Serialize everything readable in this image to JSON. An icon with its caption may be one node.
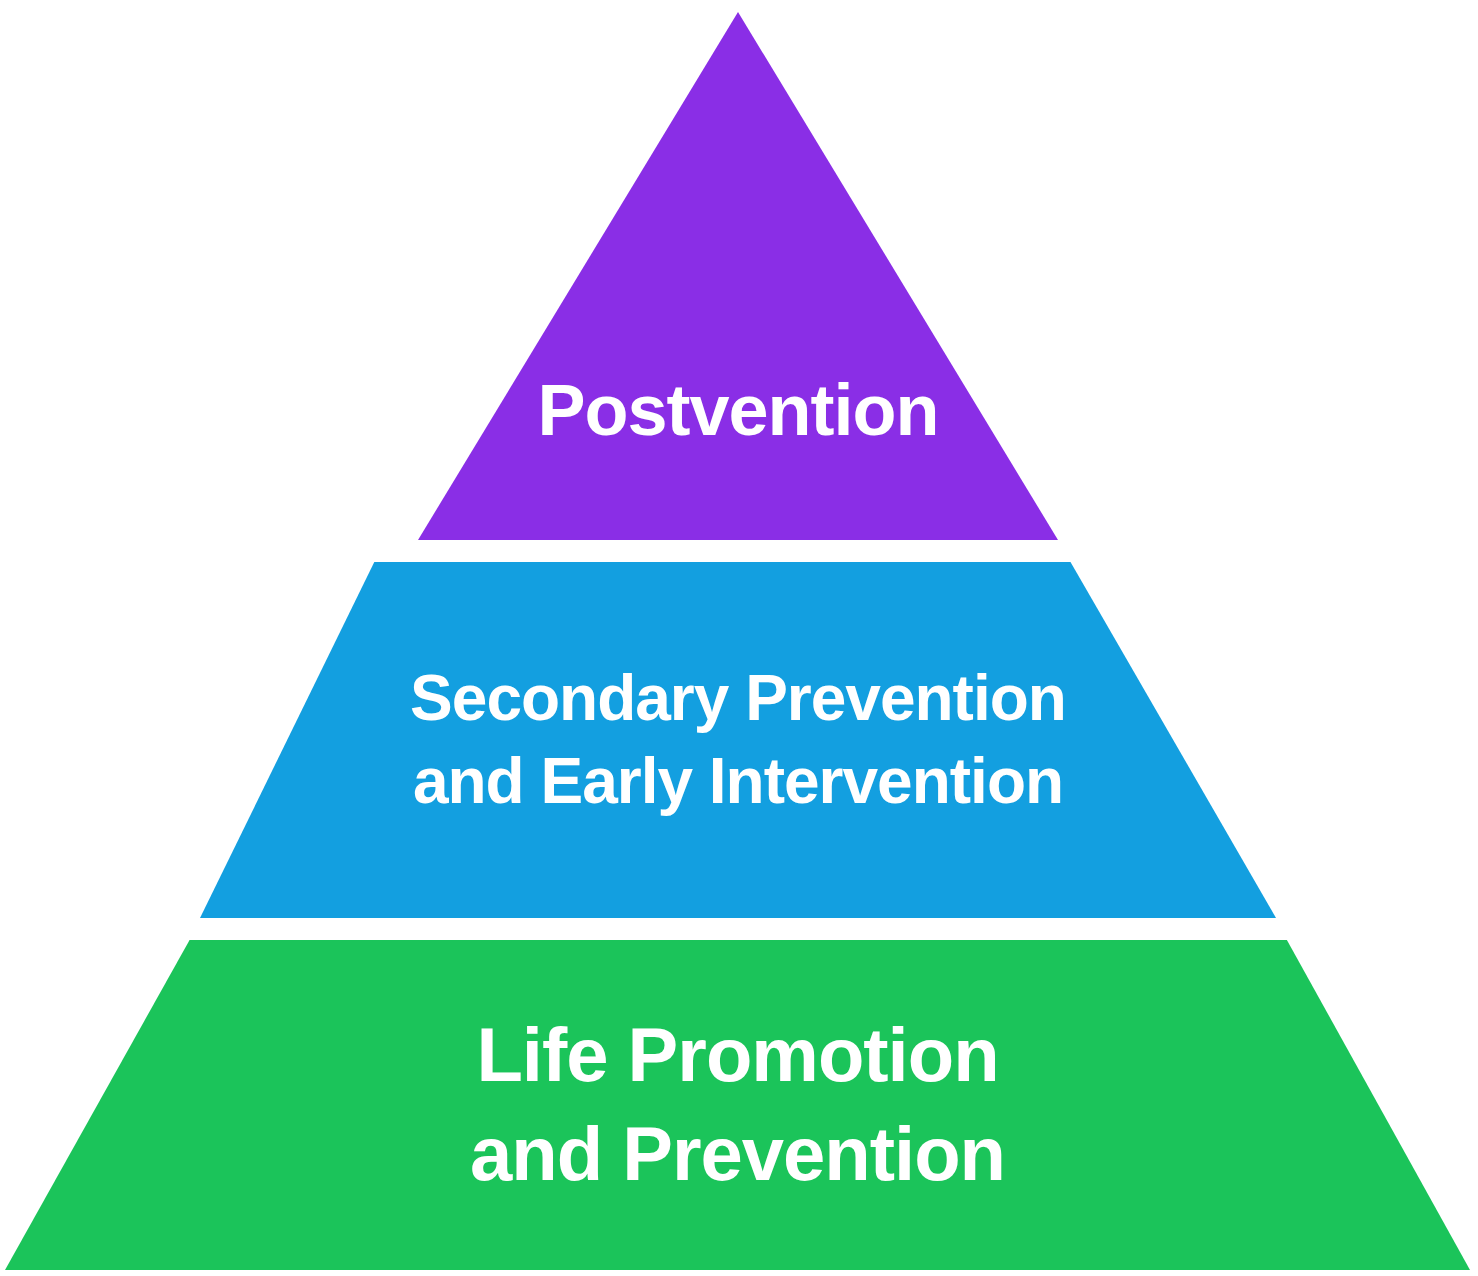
{
  "diagram": {
    "nodes": [
      {
        "text": [
          "Postvention"
        ]
      },
      {
        "text": [
          "Secondary Prevention and Early Intervention"
        ]
      },
      {
        "text": [
          "Life Promotion and Prevention"
        ]
      }
    ]
  }
}
